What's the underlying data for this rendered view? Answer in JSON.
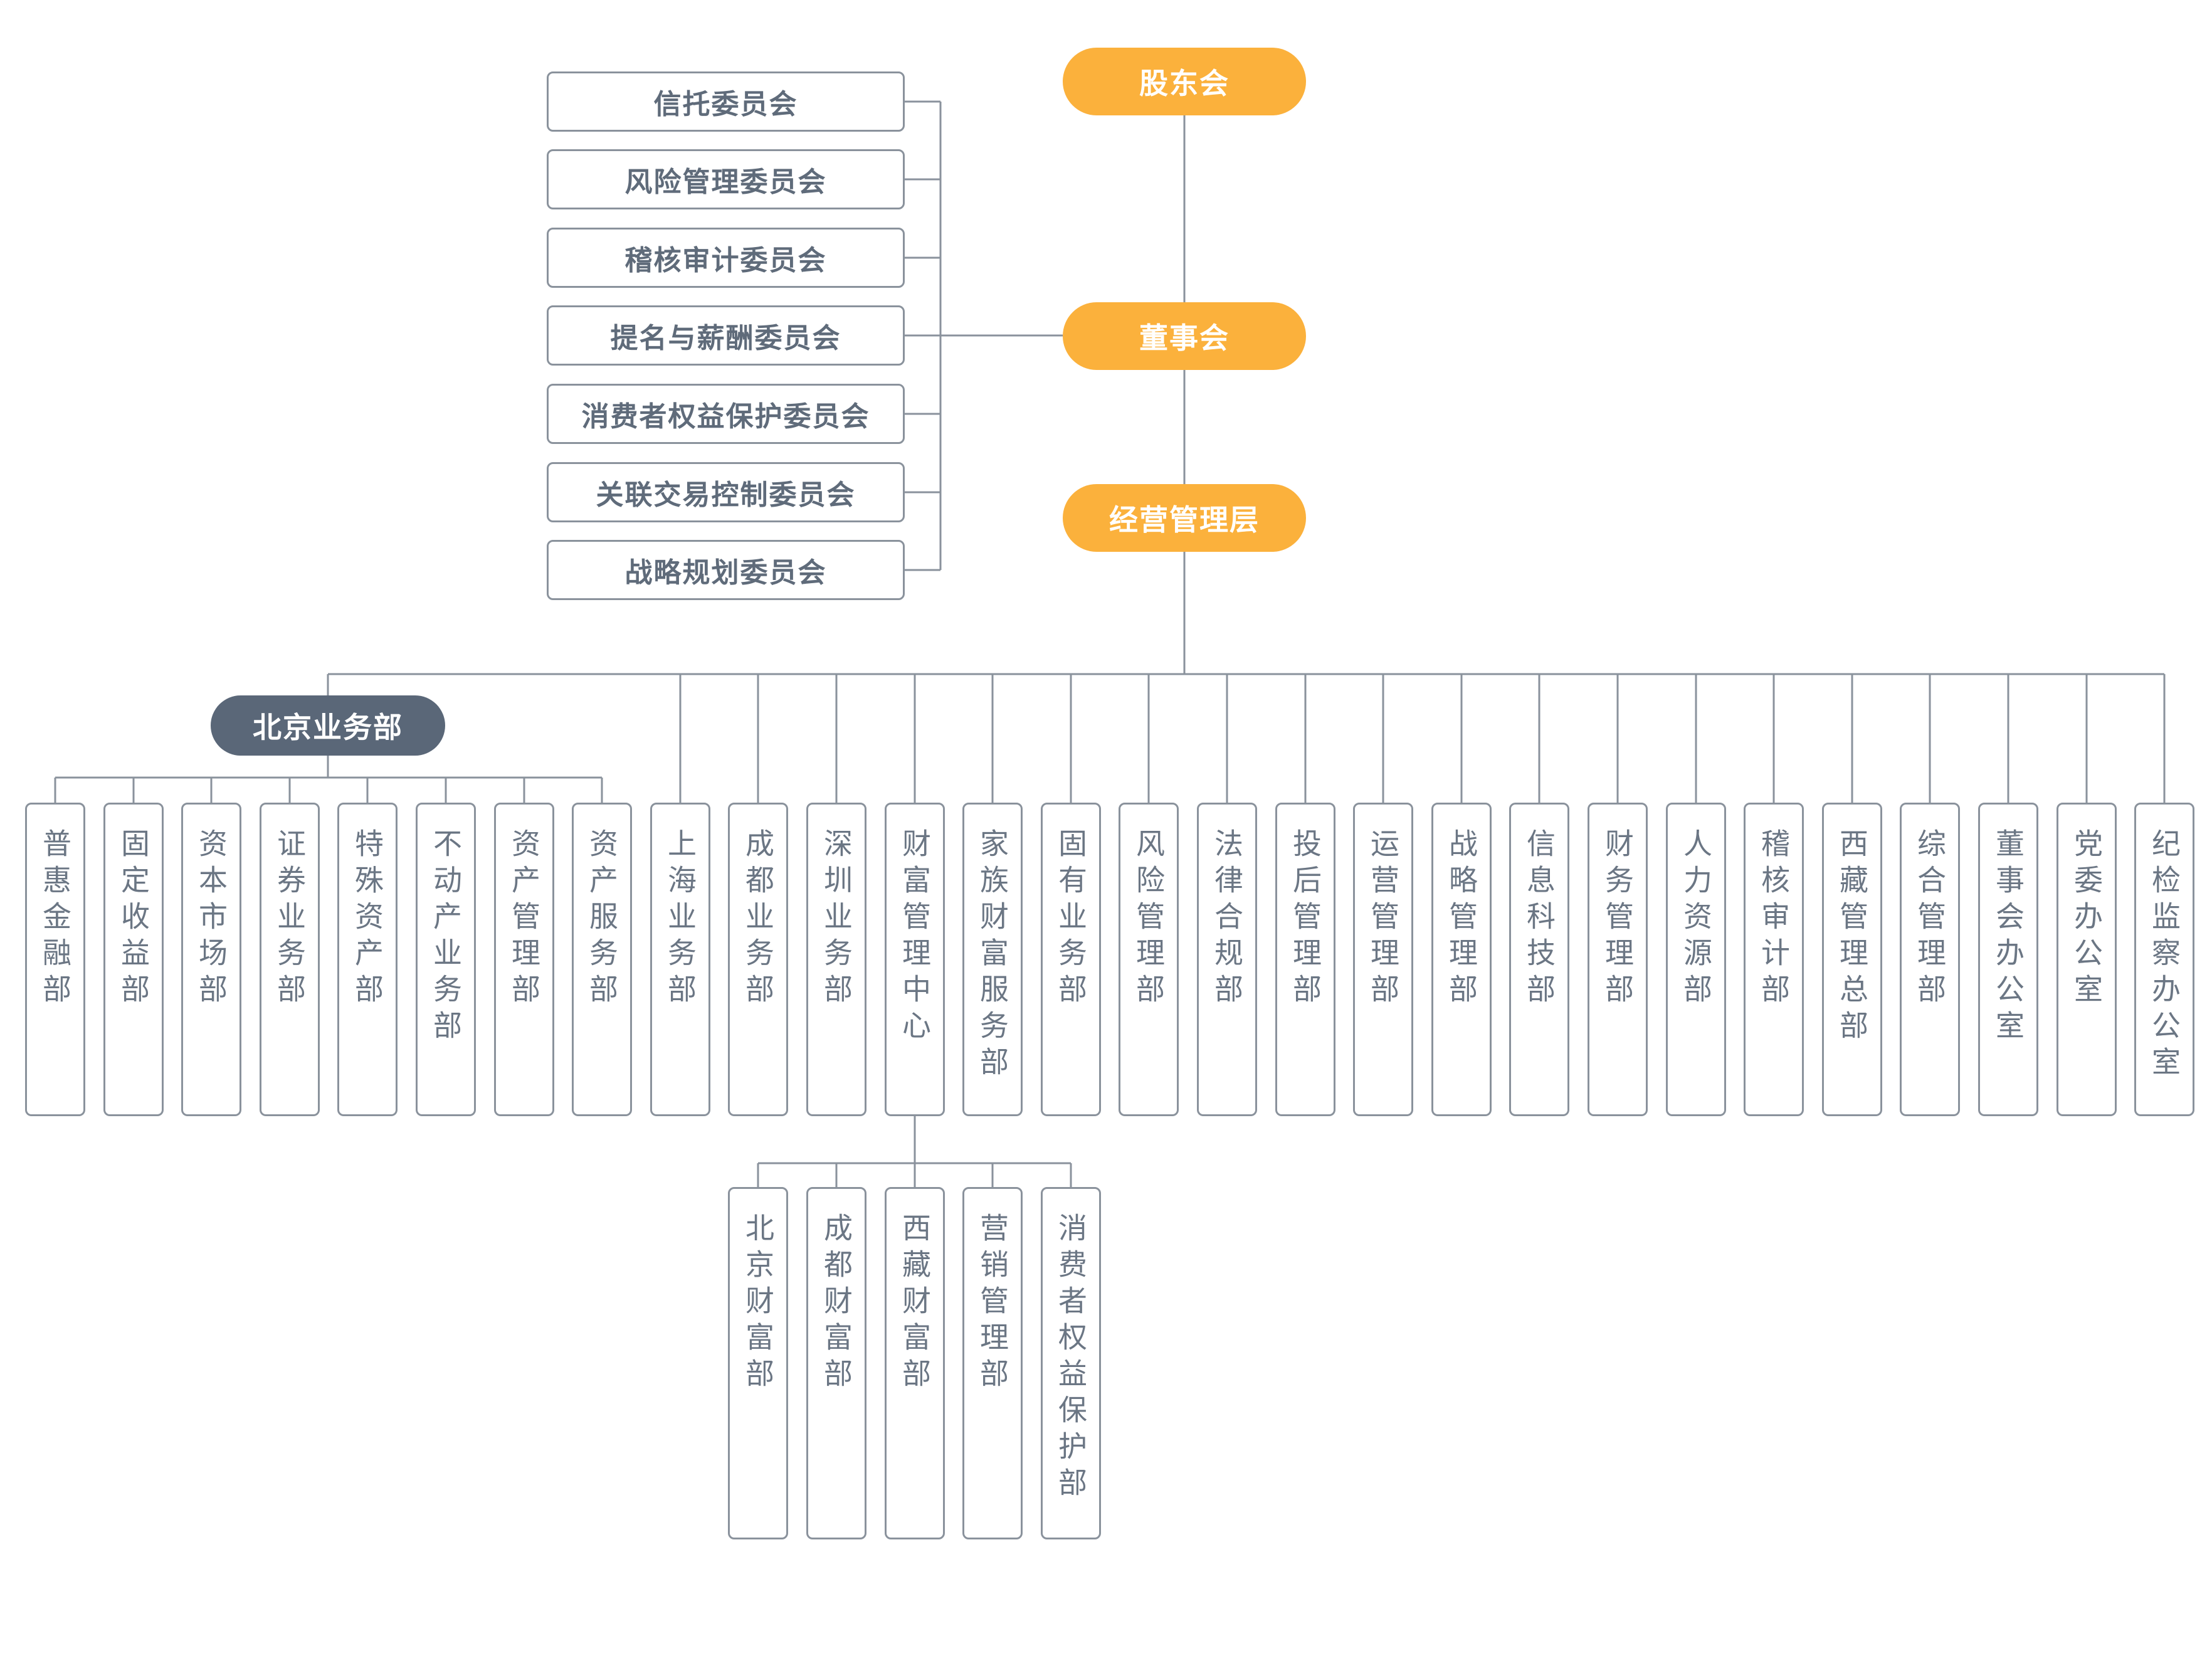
{
  "top": {
    "shareholders": "股东会",
    "board": "董事会",
    "management": "经营管理层"
  },
  "committees": [
    "信托委员会",
    "风险管理委员会",
    "稽核审计委员会",
    "提名与薪酬委员会",
    "消费者权益保护委员会",
    "关联交易控制委员会",
    "战略规划委员会"
  ],
  "beijing": {
    "title": "北京业务部",
    "subs": [
      "普惠金融部",
      "固定收益部",
      "资本市场部",
      "证券业务部",
      "特殊资产部",
      "不动产业务部",
      "资产管理部",
      "资产服务部"
    ]
  },
  "departments": [
    "上海业务部",
    "成都业务部",
    "深圳业务部",
    "财富管理中心",
    "家族财富服务部",
    "固有业务部",
    "风险管理部",
    "法律合规部",
    "投后管理部",
    "运营管理部",
    "战略管理部",
    "信息科技部",
    "财务管理部",
    "人力资源部",
    "稽核审计部",
    "西藏管理总部",
    "综合管理部",
    "董事会办公室",
    "党委办公室",
    "纪检监察办公室"
  ],
  "wealth_subs": [
    "北京财富部",
    "成都财富部",
    "西藏财富部",
    "营销管理部",
    "消费者权益保护部"
  ],
  "colors": {
    "orange": "#fbb13c",
    "dark": "#5a6778",
    "line": "#8a929c",
    "text": "#5f6b7a"
  }
}
